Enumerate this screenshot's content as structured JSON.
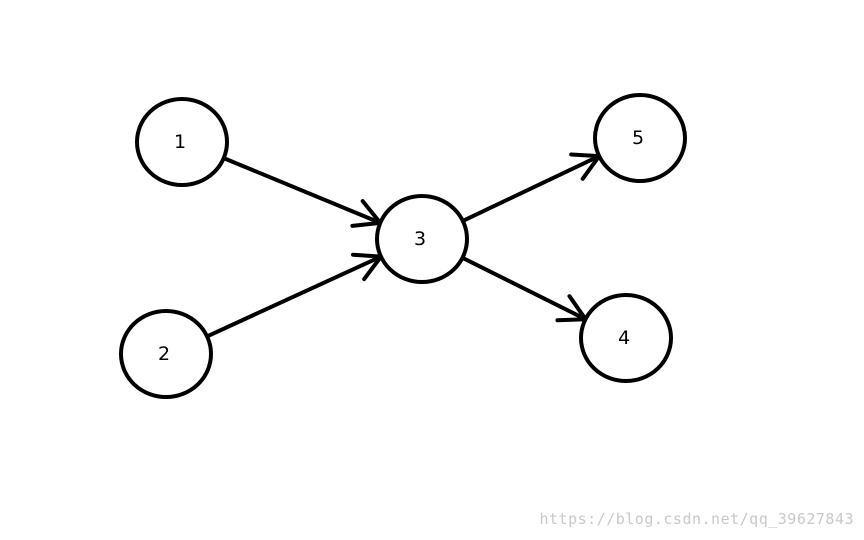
{
  "diagram": {
    "nodes": [
      {
        "id": "1",
        "label": "1"
      },
      {
        "id": "2",
        "label": "2"
      },
      {
        "id": "3",
        "label": "3"
      },
      {
        "id": "4",
        "label": "4"
      },
      {
        "id": "5",
        "label": "5"
      }
    ],
    "edges": [
      {
        "from": "1",
        "to": "3"
      },
      {
        "from": "2",
        "to": "3"
      },
      {
        "from": "3",
        "to": "5"
      },
      {
        "from": "3",
        "to": "4"
      }
    ]
  },
  "watermark": {
    "text": "https://blog.csdn.net/qq_39627843"
  },
  "colors": {
    "stroke": "#000000",
    "background": "#ffffff",
    "watermark": "#c9c9c9"
  }
}
